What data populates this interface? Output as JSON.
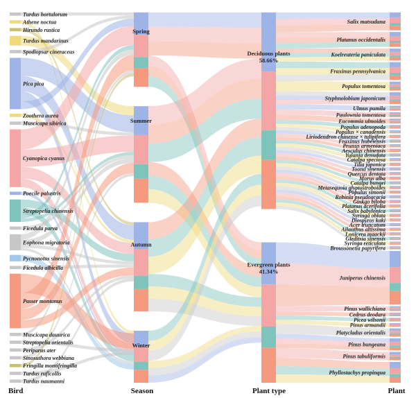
{
  "axes": {
    "bird": "Bird",
    "season": "Season",
    "type": "Plant type",
    "plant": "Plant"
  },
  "colors": {
    "pink": "#f4a6a6",
    "orange": "#f59a7f",
    "blue": "#9fb4e6",
    "teal": "#7fc3bd",
    "yellow": "#efd97a",
    "olive": "#c9bf6e",
    "gray": "#c7c7c7",
    "lightblue": "#9fc8ea",
    "purple": "#b9a2d8"
  },
  "birds": [
    {
      "name": "Turdus hortulorum",
      "v": 1,
      "c": "gray"
    },
    {
      "name": "Athene noctua",
      "v": 1,
      "c": "yellow"
    },
    {
      "name": "Hirundo rustica",
      "v": 1,
      "c": "olive"
    },
    {
      "name": "Turdus mandarinus",
      "v": 3,
      "c": "yellow"
    },
    {
      "name": "Spodiopsar cineraceus",
      "v": 1,
      "c": "gray"
    },
    {
      "name": "Pica pica",
      "v": 16,
      "c": "blue"
    },
    {
      "name": "Zoothera aurea",
      "v": 1,
      "c": "yellow"
    },
    {
      "name": "Muscicapa sibirica",
      "v": 1,
      "c": "gray"
    },
    {
      "name": "Cyanopica cyanus",
      "v": 18,
      "c": "pink"
    },
    {
      "name": "Poecile palustris",
      "v": 1,
      "c": "blue"
    },
    {
      "name": "Streptopelia chinensis",
      "v": 7,
      "c": "teal"
    },
    {
      "name": "Ficedula parva",
      "v": 1,
      "c": "gray"
    },
    {
      "name": "Eophona migratoria",
      "v": 5,
      "c": "gray"
    },
    {
      "name": "Pycnonotus sinensis",
      "v": 2,
      "c": "lightblue"
    },
    {
      "name": "Ficedula albicilla",
      "v": 1,
      "c": "gray"
    },
    {
      "name": "Passer montanus",
      "v": 17,
      "c": "orange"
    },
    {
      "name": "Muscicapa dauurica",
      "v": 1,
      "c": "gray"
    },
    {
      "name": "Streptopelia orientalis",
      "v": 1,
      "c": "gray"
    },
    {
      "name": "Periparus ater",
      "v": 1,
      "c": "gray"
    },
    {
      "name": "Sinosuthora webbiana",
      "v": 1,
      "c": "gray"
    },
    {
      "name": "Fringilla montifringilla",
      "v": 1,
      "c": "olive"
    },
    {
      "name": "Turdus ruficollis",
      "v": 1,
      "c": "gray"
    },
    {
      "name": "Turdus naumanni",
      "v": 1,
      "c": "gray"
    }
  ],
  "seasons": [
    {
      "name": "Spring",
      "v": 20
    },
    {
      "name": "Summer",
      "v": 26
    },
    {
      "name": "Autumn",
      "v": 24
    },
    {
      "name": "Winter",
      "v": 14
    }
  ],
  "types": [
    {
      "name": "Deciduous plants",
      "pct": "58.66%",
      "v": 49
    },
    {
      "name": "Evergreen plants",
      "pct": "41.34%",
      "v": 35
    }
  ],
  "plants": [
    {
      "name": "Salix matsudana",
      "v": 3
    },
    {
      "name": "Platanus occidentalis",
      "v": 2.5
    },
    {
      "name": "Koelreuteria paniculata",
      "v": 2
    },
    {
      "name": "Fraxinus pennsylvanica",
      "v": 3
    },
    {
      "name": "Populus tomentosa",
      "v": 1.5
    },
    {
      "name": "Styphnolobium japonicum",
      "v": 2
    },
    {
      "name": "Ulmus pumila",
      "v": 0.8
    },
    {
      "name": "Paulownia tomentosa",
      "v": 0.8
    },
    {
      "name": "Eucommia ulmoides",
      "v": 0.8
    },
    {
      "name": "Populus adenopoda",
      "v": 0.6
    },
    {
      "name": "Populus × canadensis",
      "v": 0.5
    },
    {
      "name": "Liriodendron chinense × tulipifera",
      "v": 0.5
    },
    {
      "name": "Fraxinus hubeiensis",
      "v": 0.5
    },
    {
      "name": "Prunus armeniaca",
      "v": 0.5
    },
    {
      "name": "Aesculus chinensis",
      "v": 0.5
    },
    {
      "name": "Yulania denudata",
      "v": 0.5
    },
    {
      "name": "Catalpa speciosa",
      "v": 0.5
    },
    {
      "name": "Tilia japonica",
      "v": 0.5
    },
    {
      "name": "Toona sinensis",
      "v": 0.5
    },
    {
      "name": "Quercus dentata",
      "v": 0.5
    },
    {
      "name": "Morus alba",
      "v": 0.5
    },
    {
      "name": "Catalpa bungei",
      "v": 0.5
    },
    {
      "name": "Metasequoia glyptostroboides",
      "v": 0.5
    },
    {
      "name": "Populus simonii",
      "v": 0.5
    },
    {
      "name": "Robinia pseudoacacia",
      "v": 0.5
    },
    {
      "name": "Ginkgo biloba",
      "v": 0.5
    },
    {
      "name": "Platanus acerifolia",
      "v": 0.5
    },
    {
      "name": "Salix babylonica",
      "v": 0.5
    },
    {
      "name": "Syringa oblata",
      "v": 0.5
    },
    {
      "name": "Diospyros kaki",
      "v": 0.5
    },
    {
      "name": "Acer truncatum",
      "v": 0.5
    },
    {
      "name": "Ailanthus altissima",
      "v": 0.5
    },
    {
      "name": "Lonicera maackii",
      "v": 0.5
    },
    {
      "name": "Gleditsia sinensis",
      "v": 0.5
    },
    {
      "name": "Syringa reticulata",
      "v": 0.5
    },
    {
      "name": "Broussonetia papyrifera",
      "v": 0.5
    },
    {
      "name": "Juniperus chinensis",
      "v": 9
    },
    {
      "name": "Pinus wallichiana",
      "v": 0.8
    },
    {
      "name": "Cedrus deodara",
      "v": 0.6
    },
    {
      "name": "Picea wilsonii",
      "v": 0.6
    },
    {
      "name": "Pinus armandii",
      "v": 0.6
    },
    {
      "name": "Platycladus orientalis",
      "v": 1.4
    },
    {
      "name": "Pinus bungeana",
      "v": 2
    },
    {
      "name": "Pinus tabuliformis",
      "v": 1.4
    },
    {
      "name": "Phyllostachys propinqua",
      "v": 3.5
    }
  ]
}
